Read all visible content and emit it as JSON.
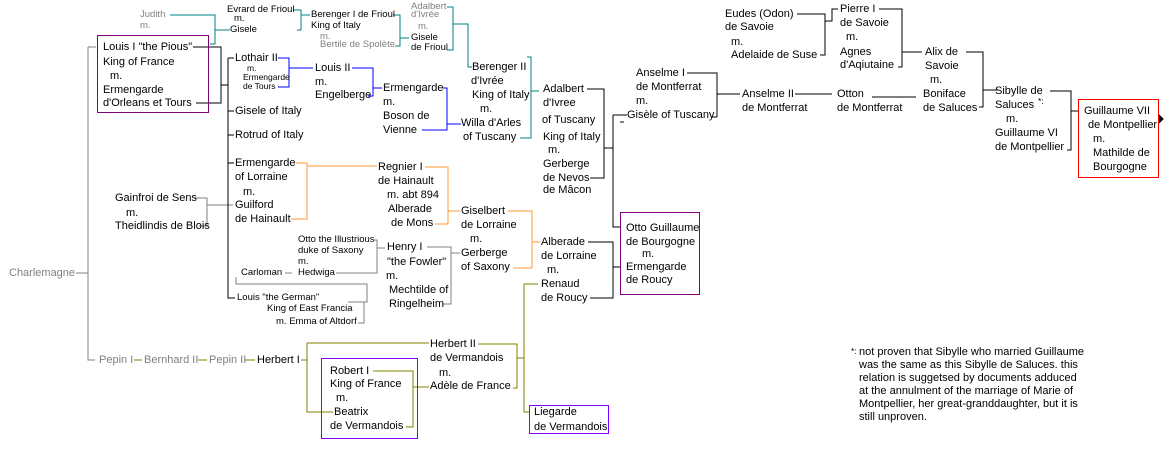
{
  "nodes": {
    "judith": [
      "Judith",
      "m."
    ],
    "evrard": [
      "Evrard de Frioul",
      "m.",
      "Gisele"
    ],
    "berenger1": [
      "Berenger I de Frioul",
      "King of Italy",
      "m.",
      "Bertile de Spolète"
    ],
    "adalbert_ivree": [
      "Adalbert",
      "d'Ivrée",
      "m.",
      "Gisele",
      "de Frioul"
    ],
    "louis1": [
      "Louis I \"the Pious\"",
      "King of France",
      "m.",
      "Ermengarde",
      "d'Orleans et Tours"
    ],
    "lothair": [
      "Lothair II",
      "m.",
      "Ermengarde",
      "de Tours"
    ],
    "louis2": [
      "Louis II",
      "m.",
      "Engelberge"
    ],
    "ermengarde_boson": [
      "Ermengarde",
      "m.",
      "Boson de",
      "Vienne"
    ],
    "gisele_italy": [
      "Gisele of Italy"
    ],
    "rotrud": [
      "Rotrud of Italy"
    ],
    "berenger2": [
      "Berenger II",
      "d'Ivrée",
      "King of Italy",
      "m.",
      "Willa d'Arles",
      "of Tuscany"
    ],
    "adalbert_tuscany": [
      "Adalbert",
      "d'Ivree",
      "of Tuscany",
      "King of Italy",
      "m.",
      "Gerberge",
      "de Nevos",
      "de Mâcon"
    ],
    "anselme1": [
      "Anselme I",
      "de Montferrat",
      "m.",
      "Gisèle of Tuscany"
    ],
    "anselme2": [
      "Anselme II",
      "de Montferrat"
    ],
    "otton": [
      "Otton",
      "de Montferrat"
    ],
    "eudes": [
      "Eudes (Odon)",
      "de Savoie",
      "m.",
      "Adelaide de Suse"
    ],
    "pierre": [
      "Pierre I",
      "de Savoie",
      "m.",
      "Agnes",
      "d'Aqiutaine"
    ],
    "alix": [
      "Alix de",
      "Savoie",
      "m.",
      "Boniface",
      "de Saluces"
    ],
    "sibylle": [
      "Sibylle de",
      "Saluces",
      "m.",
      "Guillaume VI",
      "de Montpellier"
    ],
    "sibylle_marker": [
      "*:"
    ],
    "guillaume": [
      "Guillaume VII",
      "de Montpellier",
      "m.",
      "Mathilde de",
      "Bourgogne"
    ],
    "charlemagne": [
      "Charlemagne"
    ],
    "gainfroi": [
      "Gainfroi de Sens",
      "m.",
      "Theidlindis de Blois"
    ],
    "ermengarde_lorraine": [
      "Ermengarde",
      "of Lorraine",
      "m.",
      "Guilford",
      "de Hainault"
    ],
    "regnier": [
      "Regnier I",
      "de Hainault",
      "m. abt 894",
      "Alberade",
      "de Mons"
    ],
    "giselbert": [
      "Giselbert",
      "de Lorraine",
      "m.",
      "Gerberge",
      "of Saxony"
    ],
    "otto_illustrious": [
      "Otto the Illustrious",
      "duke of Saxony",
      "m.",
      "Hedwiga"
    ],
    "carloman": [
      "Carloman"
    ],
    "henry": [
      "Henry I",
      "\"the Fowler\"",
      "m.",
      "Mechtilde of",
      "Ringelheim"
    ],
    "louis_german": [
      "Louis \"the German\"",
      "King of East Francia",
      "m. Emma of Altdorf"
    ],
    "alberade": [
      "Alberade",
      "de Lorraine",
      "m.",
      "Renaud",
      "de Roucy"
    ],
    "otto_guillaume": [
      "Otto Guillaume",
      "de Bourgogne",
      "m.",
      "Ermengarde",
      "de Roucy"
    ],
    "pepin1": [
      "Pepin I"
    ],
    "bernhard": [
      "Bernhard II"
    ],
    "pepin2": [
      "Pepin II"
    ],
    "herbert1": [
      "Herbert I"
    ],
    "herbert2": [
      "Herbert II",
      "de Vermandois",
      "m.",
      "Adèle de France"
    ],
    "robert": [
      "Robert I",
      "King of France",
      "m.",
      "Beatrix",
      "de Vermandois"
    ],
    "liegarde": [
      "Liegarde",
      "de Vermandois"
    ]
  },
  "footnote": {
    "marker": "*:",
    "lines": [
      "not proven that Sibylle who married Guillaume",
      "was the same as this Sibylle de Saluces. this",
      "relation is suggetsed by documents adduced",
      "at the annulment of the marriage of Marie of",
      "Montpellier, her great-granddaughter, but it is",
      "still unproven."
    ]
  },
  "colors": {
    "line_black": "#000000",
    "line_gray": "#808080",
    "line_teal": "#008080",
    "line_blue": "#0000ff",
    "line_orange": "#ff9933",
    "line_olive": "#808000",
    "box_purple": "#800080",
    "box_violet": "#8000ff",
    "box_red": "#ff0000"
  }
}
